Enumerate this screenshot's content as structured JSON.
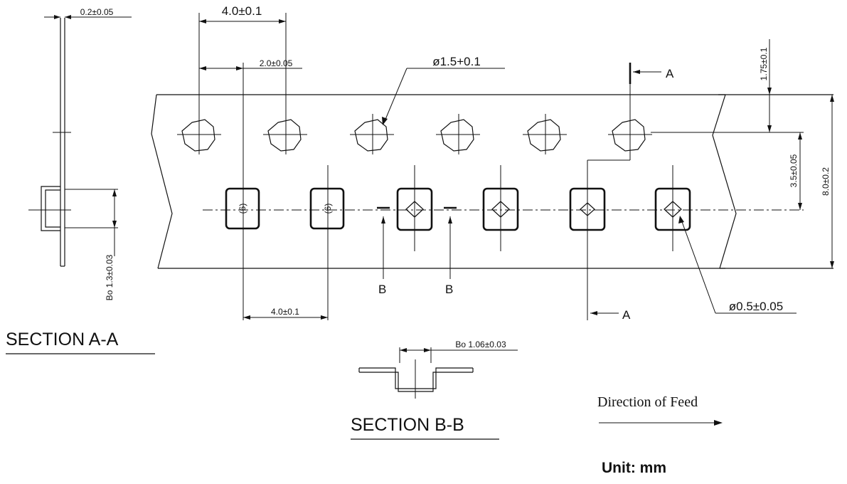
{
  "dims": {
    "top_thickness": "0.2±0.05",
    "pitch_top": "4.0±0.1",
    "hole_to_pocket": "2.0±0.05",
    "sprocket_hole": "ø1.5+0.1",
    "edge_to_hole": "1.75±0.1",
    "hole_to_centerline": "3.5±0.05",
    "tape_width": "8.0±0.2",
    "pocket_depth_aa": "Bo 1.3±0.03",
    "pocket_pitch": "4.0±0.1",
    "pocket_hole": "ø0.5±0.05",
    "pocket_width_bb": "Bo 1.06±0.03"
  },
  "pocket_marks": [
    "(6)",
    "(6)"
  ],
  "section_marks": {
    "a_top": "A",
    "a_bottom": "A",
    "b_left": "B",
    "b_right": "B"
  },
  "sections": {
    "aa": "SECTION A-A",
    "bb": "SECTION B-B"
  },
  "feed_direction": "Direction of Feed",
  "unit": "Unit: mm"
}
